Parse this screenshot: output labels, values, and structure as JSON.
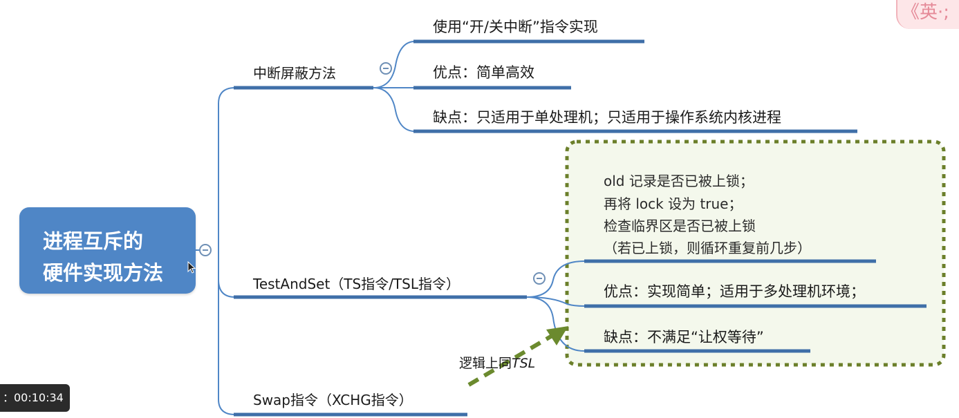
{
  "mindmap": {
    "root": {
      "line1": "进程互斥的",
      "line2": "硬件实现方法"
    },
    "branches": [
      {
        "label": "中断屏蔽方法",
        "children": [
          "使用“开/关中断”指令实现",
          "优点：简单高效",
          "缺点：只适用于单处理机；只适用于操作系统内核进程"
        ]
      },
      {
        "label": "TestAndSet（TS指令/TSL指令）",
        "note": [
          "old 记录是否已被上锁；",
          "再将 lock 设为 true；",
          "检查临界区是否已被上锁",
          "（若已上锁，则循环重复前几步）"
        ],
        "children": [
          "优点：实现简单；适用于多处理机环境；",
          "缺点：不满足“让权等待”"
        ]
      },
      {
        "label": "Swap指令（XCHG指令）"
      }
    ],
    "annotation": {
      "prefix": "逻辑上同",
      "italic": "TSL"
    }
  },
  "overlay": {
    "ime_text": "《英·;",
    "timestamp": "：00:10:34"
  },
  "colors": {
    "node_fill": "#4f86c6",
    "connector": "#4f86c6",
    "underline": "#3f6fa8",
    "callout_border": "#6b7f2a",
    "callout_fill": "#f4f8ec",
    "arrow": "#6b8a2e"
  }
}
